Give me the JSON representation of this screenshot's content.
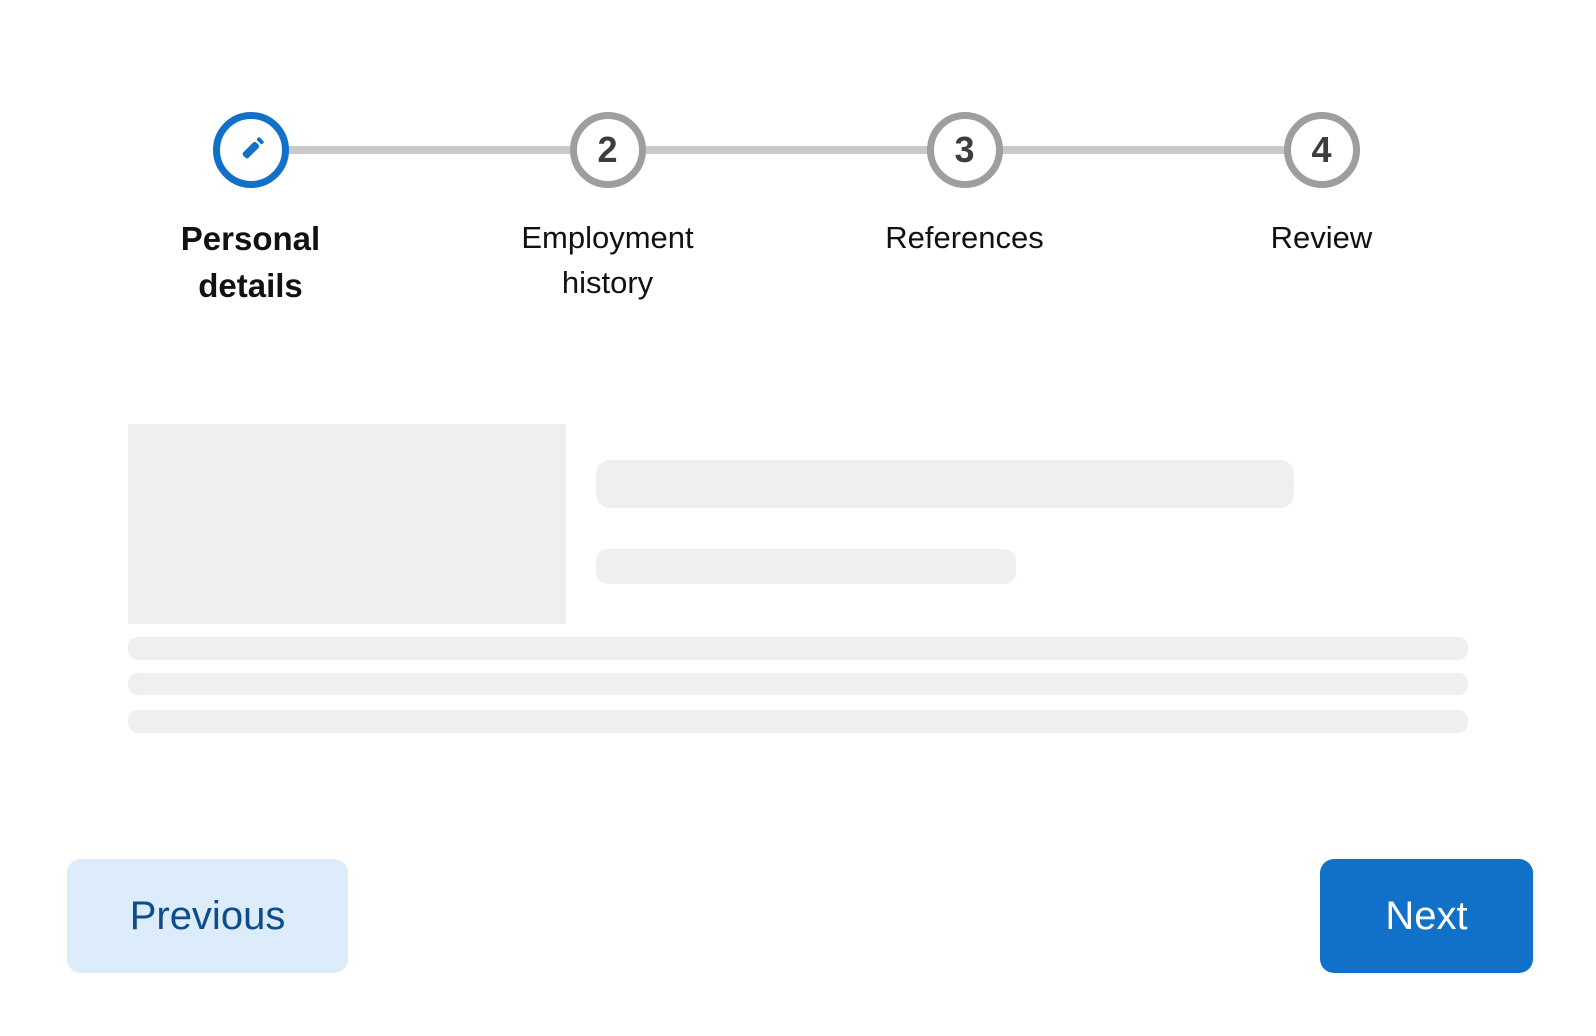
{
  "stepper": {
    "steps": [
      {
        "label": "Personal details",
        "state": "active",
        "icon": "pencil"
      },
      {
        "number": "2",
        "label": "Employment history",
        "state": "upcoming"
      },
      {
        "number": "3",
        "label": "References",
        "state": "upcoming"
      },
      {
        "number": "4",
        "label": "Review",
        "state": "upcoming"
      }
    ]
  },
  "buttons": {
    "previous": "Previous",
    "next": "Next"
  },
  "colors": {
    "accent_blue": "#1171c8",
    "previous_button_bg": "#dcecfa",
    "previous_button_text": "#0e4d8a",
    "next_button_text": "#ffffff",
    "inactive_circle_border": "#9e9e9e",
    "step_number_text": "#3d3d3d",
    "connector_line": "#c9c9c9",
    "skeleton_fill": "#f0efee",
    "page_background": "#ffffff"
  }
}
